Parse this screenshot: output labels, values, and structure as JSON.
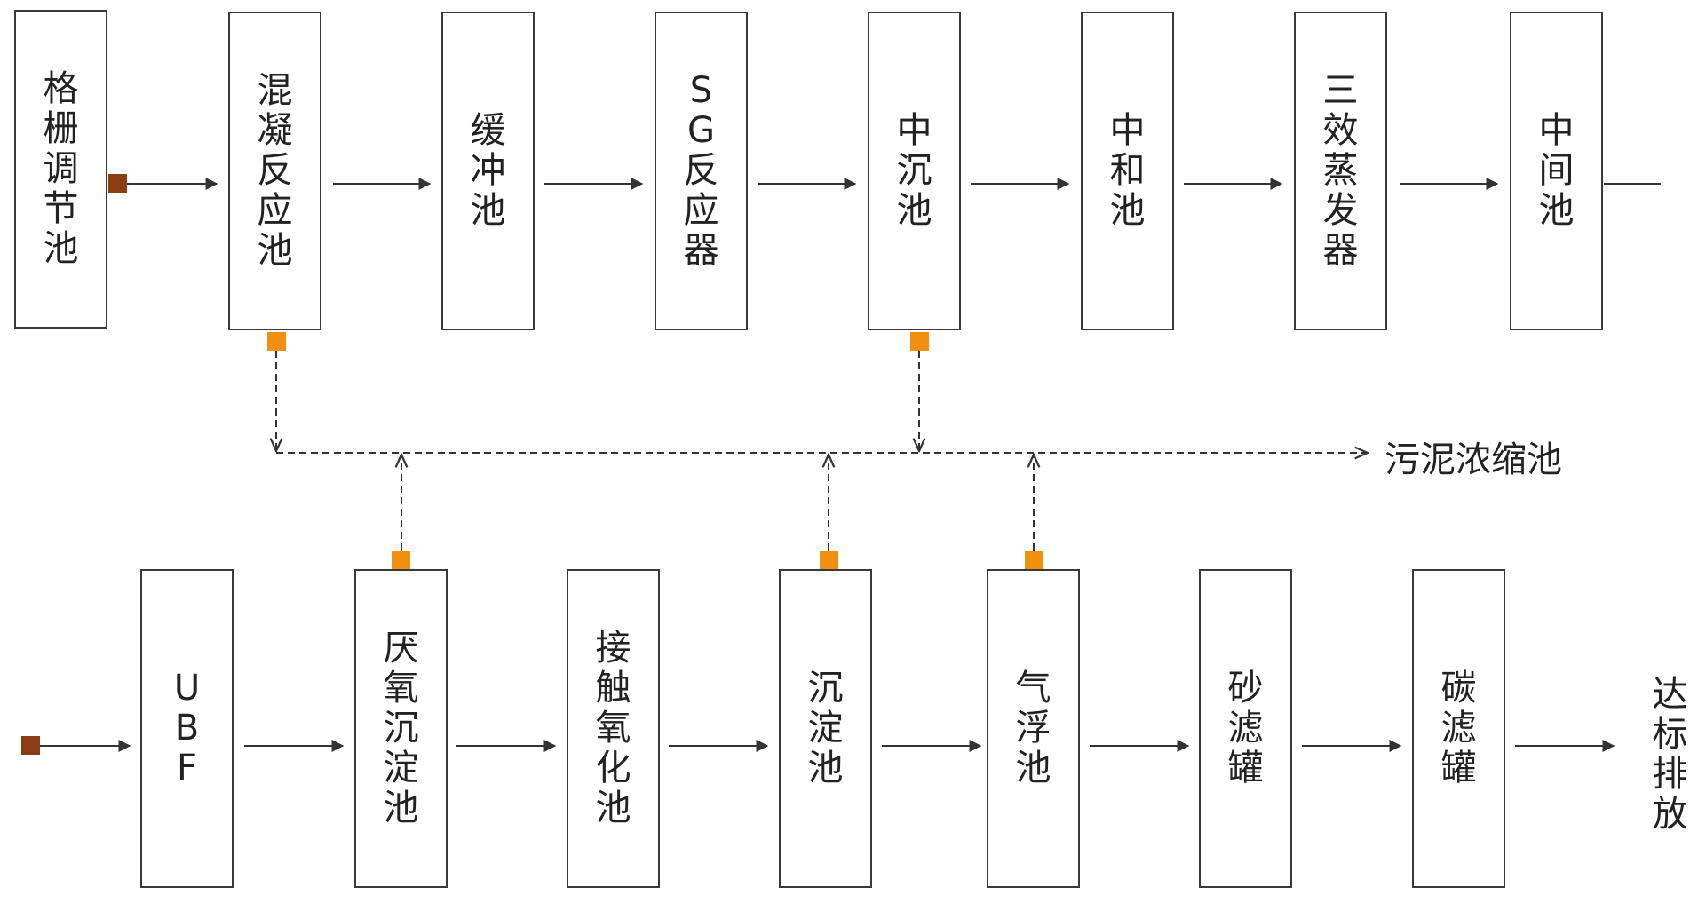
{
  "colors": {
    "outlet_marker": "#f0900e",
    "inlet_marker": "#8b3e12",
    "line": "#333333"
  },
  "top_row": [
    {
      "id": "t1",
      "label": "格\n栅\n调\n节\n池"
    },
    {
      "id": "t2",
      "label": "混\n凝\n反\n应\n池"
    },
    {
      "id": "t3",
      "label": "缓\n冲\n池"
    },
    {
      "id": "t4",
      "label": "S\nG\n反\n应\n器"
    },
    {
      "id": "t5",
      "label": "中\n沉\n池"
    },
    {
      "id": "t6",
      "label": "中\n和\n池"
    },
    {
      "id": "t7",
      "label": "三\n效\n蒸\n发\n器"
    },
    {
      "id": "t8",
      "label": "中\n间\n池"
    }
  ],
  "bottom_row": [
    {
      "id": "b1",
      "label": "U\nB\nF"
    },
    {
      "id": "b2",
      "label": "厌\n氧\n沉\n淀\n池"
    },
    {
      "id": "b3",
      "label": "接\n触\n氧\n化\n池"
    },
    {
      "id": "b4",
      "label": "沉\n淀\n池"
    },
    {
      "id": "b5",
      "label": "气\n浮\n池"
    },
    {
      "id": "b6",
      "label": "砂\n滤\n罐"
    },
    {
      "id": "b7",
      "label": "碳\n滤\n罐"
    }
  ],
  "sludge_target": "污泥浓缩池",
  "final_output": "达\n标\n排\n放"
}
